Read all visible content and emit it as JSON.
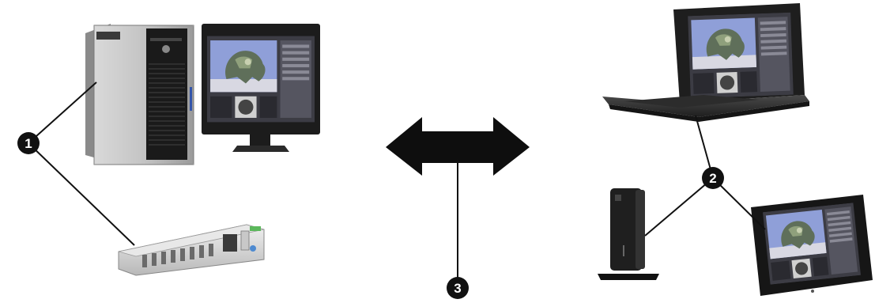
{
  "diagram": {
    "callouts": [
      {
        "id": "1",
        "label": "1"
      },
      {
        "id": "2",
        "label": "2"
      },
      {
        "id": "3",
        "label": "3"
      }
    ],
    "devices": {
      "host_side": [
        "workstation-tower-icon",
        "desktop-monitor-icon",
        "rack-server-icon"
      ],
      "client_side": [
        "laptop-icon",
        "thin-client-icon",
        "tablet-icon"
      ]
    },
    "connector": "double-headed-arrow-icon"
  },
  "colors": {
    "background": "#ffffff",
    "callout": "#111111",
    "line": "#111111",
    "screen_bg": "#3c3c44",
    "viewport": "#8f9fd8"
  }
}
